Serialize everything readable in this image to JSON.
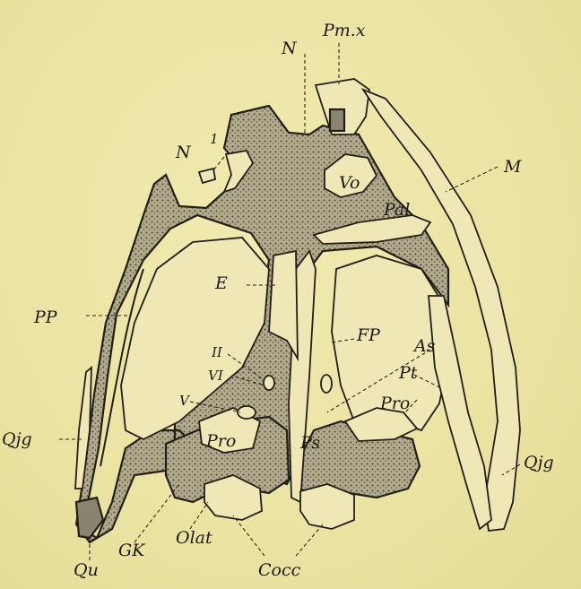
{
  "labels": {
    "pmx": "Pm.x",
    "n": "N",
    "n1": "N",
    "n1_sup": "1",
    "m": "M",
    "vo": "Vo",
    "pal": "Pal",
    "e": "E",
    "pp": "PP",
    "fp": "FP",
    "as": "As",
    "ii": "II",
    "vi": "VI",
    "v": "V",
    "pt": "Pt",
    "pro_right": "Pro",
    "pro_left": "Pro",
    "ps": "Ps",
    "qjg_left": "Qjg",
    "qjg_right": "Qjg",
    "qu": "Qu",
    "gk": "GK",
    "olat": "Olat",
    "cocc": "Cocc"
  },
  "colors": {
    "paper": "#eee7a8",
    "ink": "#221f18",
    "stipple": "#8a8370"
  }
}
